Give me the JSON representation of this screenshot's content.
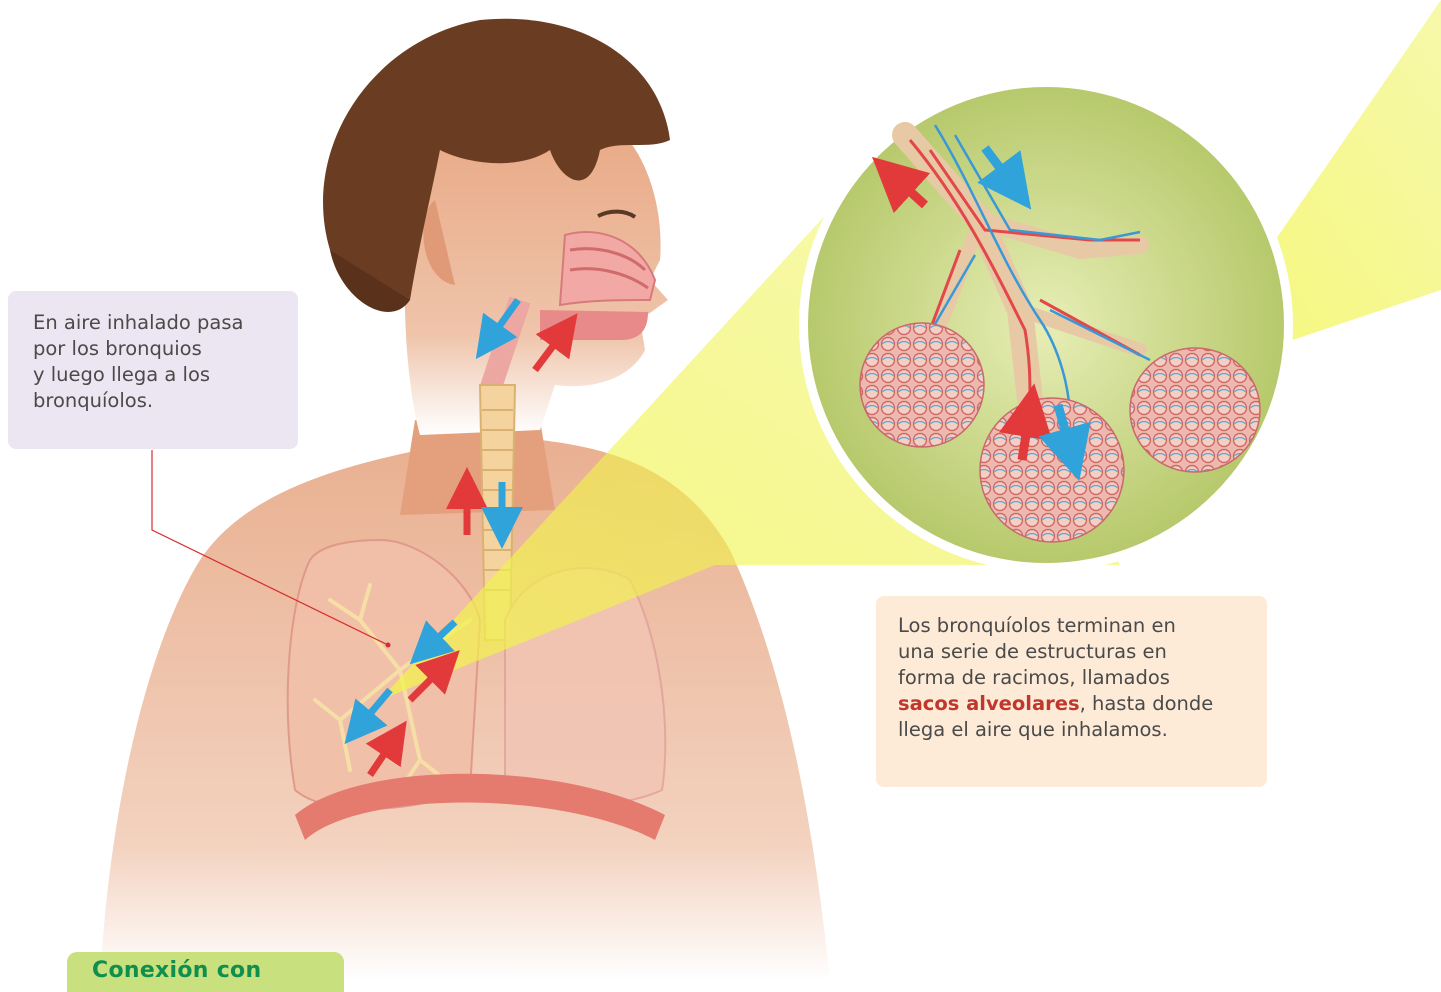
{
  "callouts": {
    "left": {
      "lines": [
        "En aire inhalado pasa",
        "por los bronquios",
        "y luego llega a los",
        "bronquíolos."
      ]
    },
    "right": {
      "line1": "Los bronquíolos terminan en",
      "line2": "una serie de estructuras en",
      "line3": "forma de racimos, llamados",
      "term": "sacos alveolares",
      "line4_rest": ", hasta donde",
      "line5": "llega el aire que inhalamos."
    }
  },
  "connection_tab": {
    "label": "Conexión con"
  },
  "illustration": {
    "subject": "respiratory-system-child",
    "zoom_subject": "alveolar-sacs",
    "arrow_colors": {
      "inhaled_air": "#e23a3a",
      "exhaled_air": "#2fa3da"
    }
  },
  "colors": {
    "highlight": "#eef24a",
    "left_box": "#ebe6f1",
    "right_box": "#fdead7",
    "tab": "#c8e07e",
    "tab_text": "#0e8f4d",
    "leader_line": "#d72d2d"
  }
}
